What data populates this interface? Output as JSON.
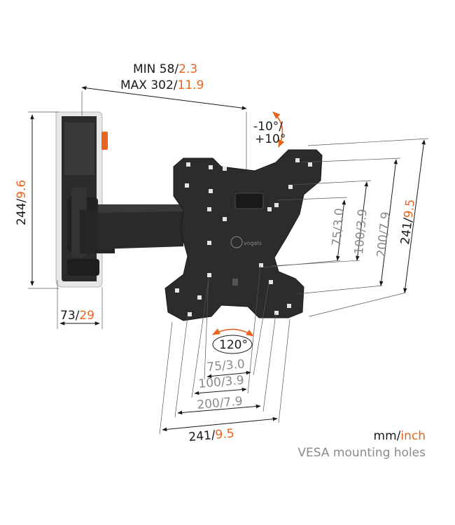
{
  "colors": {
    "primary_text": "#1a1a1a",
    "inch_accent": "#e8641e",
    "vesa_gray": "#8a8a8a",
    "product_dark": "#2b2b2b"
  },
  "arm_extension": {
    "min": {
      "label": "MIN 58/",
      "inch": "2.3"
    },
    "max": {
      "label": "MAX 302/",
      "inch": "11.9"
    }
  },
  "wall_plate": {
    "height": {
      "mm": "244/",
      "inch": "9.6"
    },
    "width": {
      "mm": "73/",
      "inch": "29"
    }
  },
  "tilt": {
    "line1": "-10°/",
    "line2": "+10°"
  },
  "swivel": {
    "label": "120°"
  },
  "vesa_vertical": [
    {
      "mm": "75/",
      "inch": "3.0"
    },
    {
      "mm": "100/",
      "inch": "3.9"
    },
    {
      "mm": "200/",
      "inch": "7.9"
    },
    {
      "mm": "241/",
      "inch": "9.5"
    }
  ],
  "vesa_horizontal": [
    {
      "mm": "75/",
      "inch": "3.0"
    },
    {
      "mm": "100/",
      "inch": "3.9"
    },
    {
      "mm": "200/",
      "inch": "7.9"
    },
    {
      "mm": "241/",
      "inch": "9.5"
    }
  ],
  "legend": {
    "unit_mm": "mm/",
    "unit_inch": "inch",
    "caption": "VESA mounting holes"
  },
  "brand_logo_text": "vogels"
}
